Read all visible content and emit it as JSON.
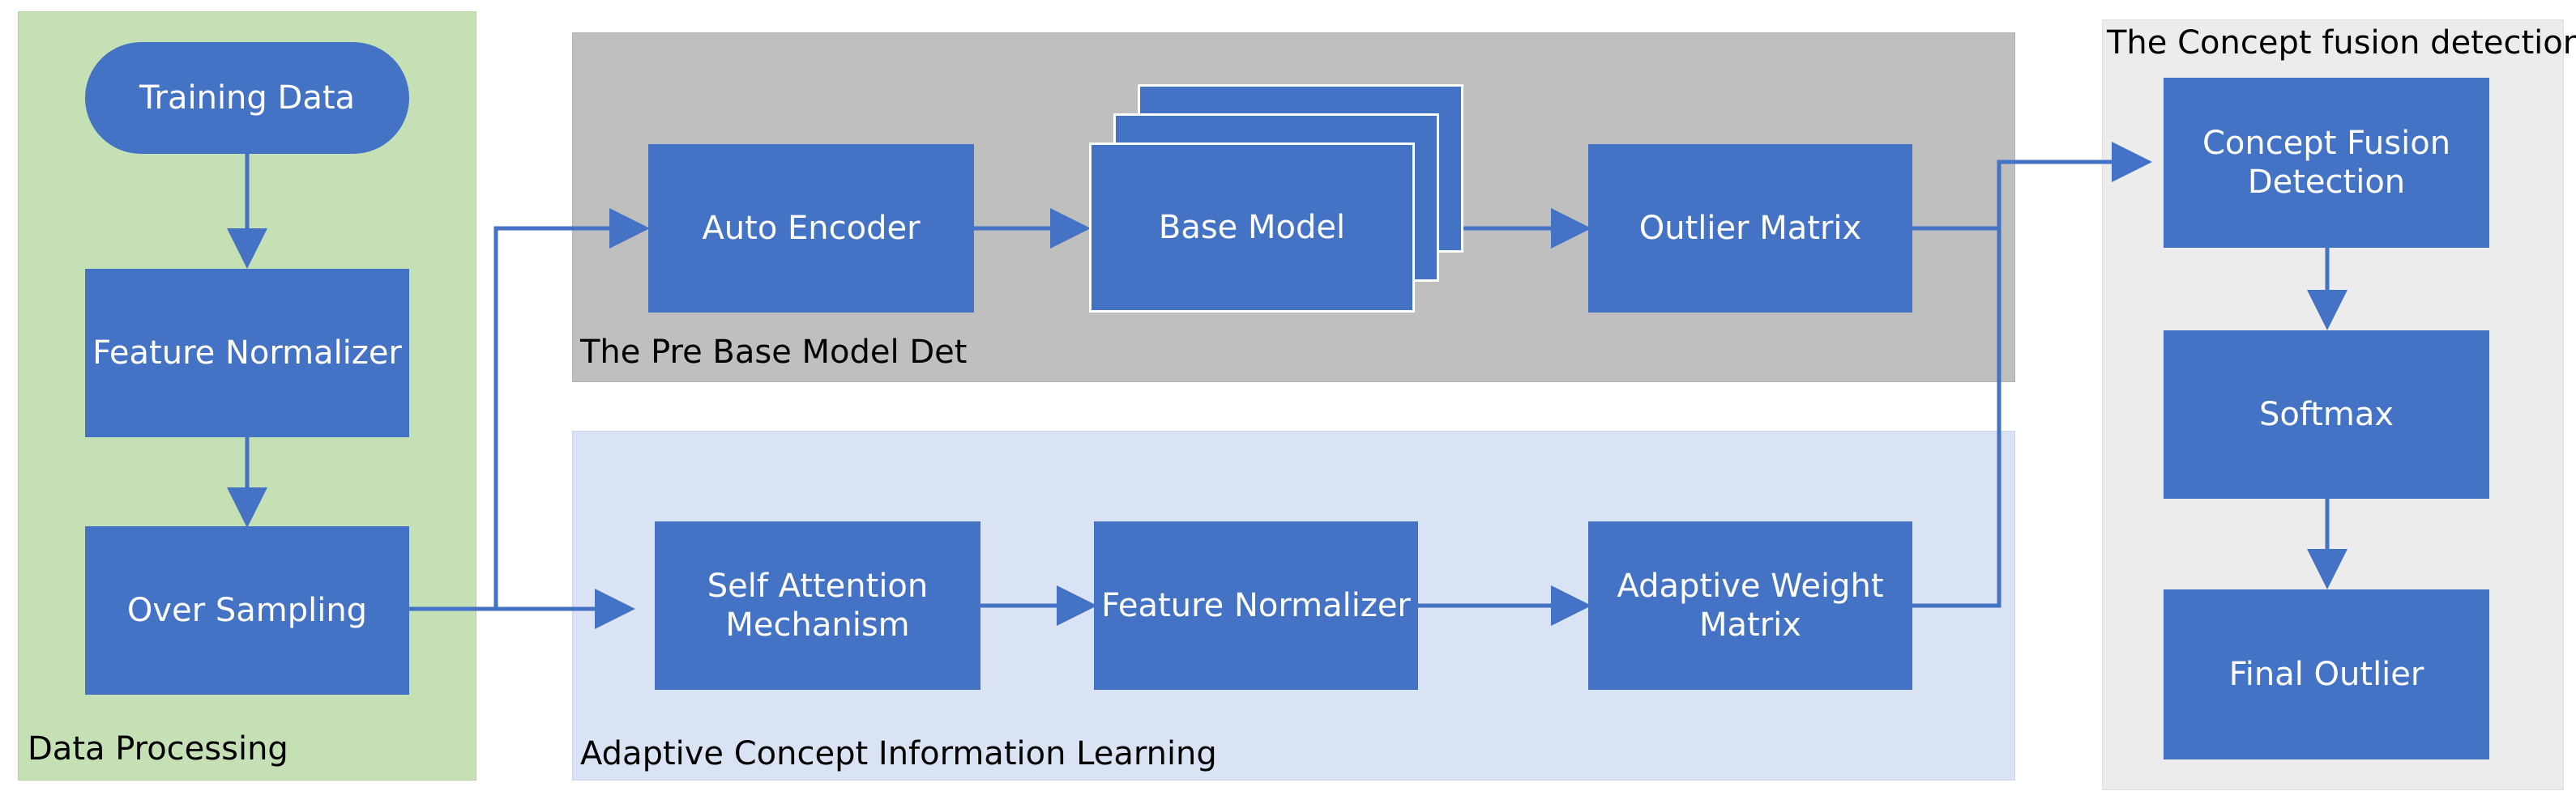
{
  "colors": {
    "node_fill": "#4472c4",
    "node_text": "#ffffff",
    "arrow": "#4472c4",
    "data_processing_bg": "#c5e0b4",
    "pre_base_bg": "#bfbfbf",
    "adaptive_bg": "#dae3f3",
    "fusion_bg": "#ececec"
  },
  "panels": {
    "data_processing": "Data Processing",
    "pre_base_model": "The Pre Base Model Det",
    "adaptive_learning": "Adaptive Concept Information Learning",
    "concept_fusion": "The Concept fusion detection"
  },
  "nodes": {
    "training_data": "Training Data",
    "feature_normalizer_1": "Feature Normalizer",
    "over_sampling": "Over Sampling",
    "auto_encoder": "Auto Encoder",
    "base_model": "Base Model",
    "outlier_matrix": "Outlier Matrix",
    "self_attention": "Self Attention\nMechanism",
    "feature_normalizer_2": "Feature Normalizer",
    "adaptive_weight_matrix": "Adaptive Weight\nMatrix",
    "concept_fusion_detection": "Concept Fusion\nDetection",
    "softmax": "Softmax",
    "final_outlier": "Final Outlier"
  }
}
